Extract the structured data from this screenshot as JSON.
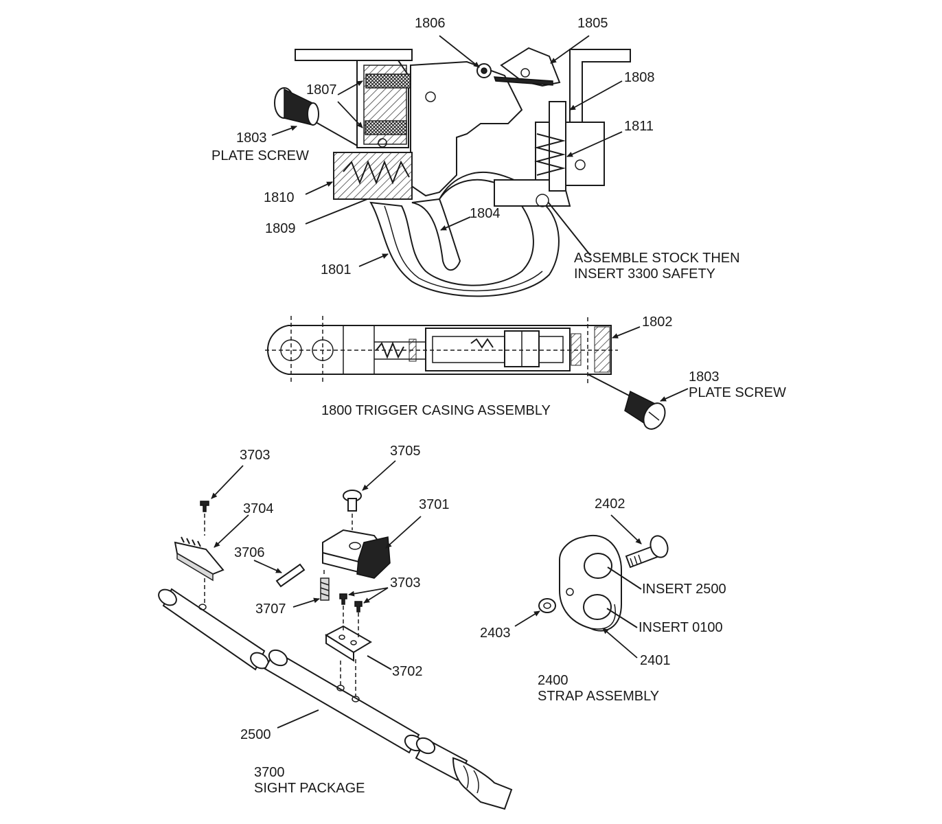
{
  "trigger": {
    "n1806": "1806",
    "n1805": "1805",
    "n1808": "1808",
    "n1807": "1807",
    "n1803": "1803",
    "plate_screw_1": "PLATE SCREW",
    "n1811": "1811",
    "n1810": "1810",
    "n1809": "1809",
    "n1804": "1804",
    "n1801": "1801",
    "assemble_1": "ASSEMBLE STOCK THEN",
    "assemble_2": "INSERT 3300 SAFETY"
  },
  "casing": {
    "n1802": "1802",
    "n1803": "1803",
    "plate_screw_2": "PLATE SCREW",
    "title": "1800 TRIGGER CASING ASSEMBLY"
  },
  "sight": {
    "n3703a": "3703",
    "n3705": "3705",
    "n3704": "3704",
    "n3701": "3701",
    "n3706": "3706",
    "n3703b": "3703",
    "n3707": "3707",
    "n3702": "3702",
    "n2500": "2500",
    "num": "3700",
    "title": "SIGHT PACKAGE"
  },
  "strap": {
    "n2402": "2402",
    "insert_2500": "INSERT 2500",
    "insert_0100": "INSERT 0100",
    "n2403": "2403",
    "n2401": "2401",
    "num": "2400",
    "title": "STRAP ASSEMBLY"
  }
}
